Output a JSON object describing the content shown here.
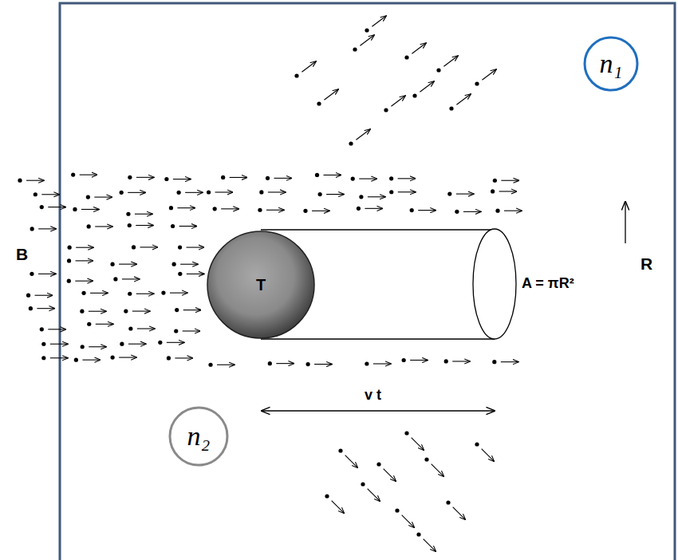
{
  "diagram": {
    "nodes": [
      {
        "text": [
          "n₁"
        ]
      },
      {
        "text": [
          "T"
        ]
      },
      {
        "text": [
          "n₂"
        ]
      }
    ],
    "labels": [
      "B",
      "A = πR²",
      "R",
      "v t"
    ]
  }
}
